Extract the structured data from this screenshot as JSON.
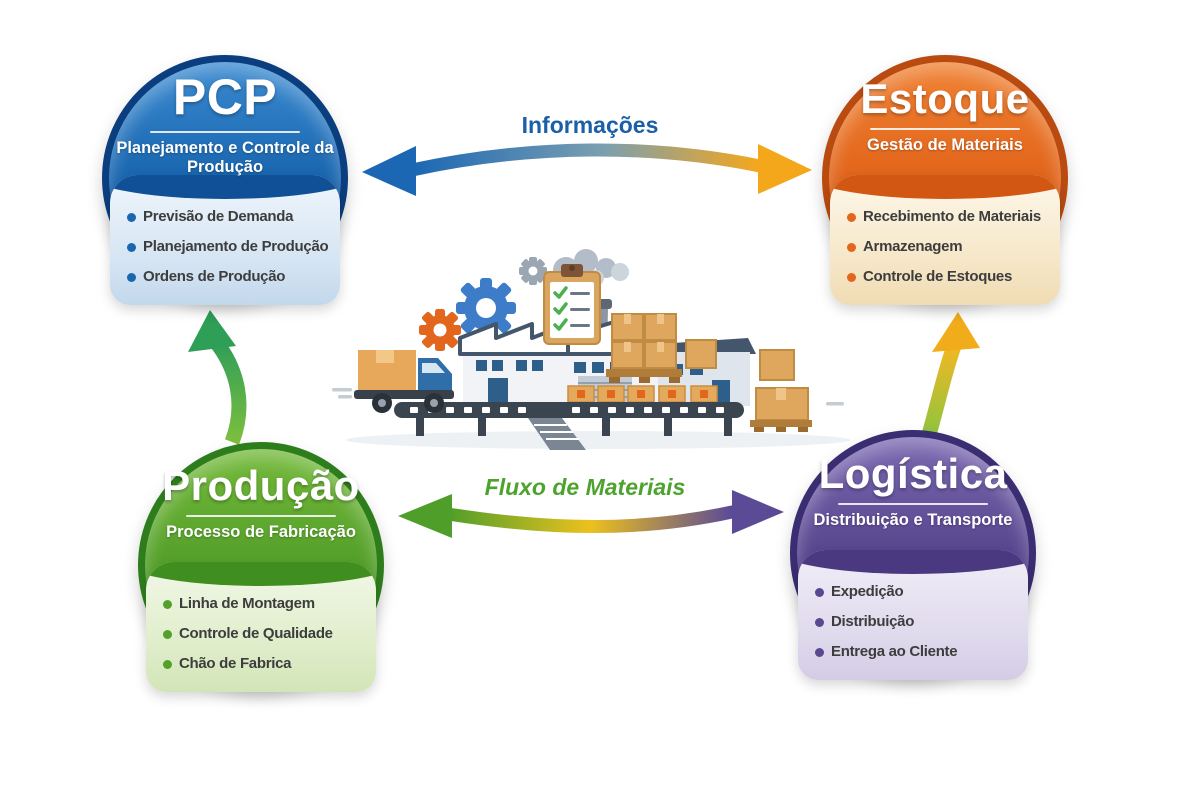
{
  "nodes": [
    {
      "id": "pcp",
      "title": "PCP",
      "subtitle": "Planejamento e Controle da Produção",
      "items": [
        "Previsão de Demanda",
        "Planejamento de Produção",
        "Ordens de Produção"
      ],
      "accent_color": "#1a67b0"
    },
    {
      "id": "estoque",
      "title": "Estoque",
      "subtitle": "Gestão de Materiais",
      "items": [
        "Recebimento de Materiais",
        "Armazenagem",
        "Controle de Estoques"
      ],
      "accent_color": "#e2661c"
    },
    {
      "id": "producao",
      "title": "Produção",
      "subtitle": "Processo de Fabricação",
      "items": [
        "Linha de Montagem",
        "Controle de Qualidade",
        "Chão de Fabrica"
      ],
      "accent_color": "#55a02a"
    },
    {
      "id": "logistica",
      "title": "Logística",
      "subtitle": "Distribuição e Transporte",
      "items": [
        "Expedição",
        "Distribuição",
        "Entrega ao Cliente"
      ],
      "accent_color": "#594790"
    }
  ],
  "arrows": {
    "informacoes": {
      "label": "Informações",
      "label_color": "#1a5fa8",
      "between": [
        "PCP",
        "Estoque"
      ],
      "bidirectional": true,
      "gradient": [
        "#1b67b4",
        "#f5a71b"
      ]
    },
    "fluxo_materiais": {
      "label": "Fluxo de Materiais",
      "label_color": "#4ca32d",
      "between": [
        "Produção",
        "Logística"
      ],
      "bidirectional": true,
      "gradient": [
        "#4f9e2a",
        "#ecc11d",
        "#5b4a96"
      ]
    },
    "producao_para_pcp": {
      "direction": "up",
      "gradient": [
        "#7dbf3e",
        "#2f9e57"
      ]
    },
    "logistica_para_estoque": {
      "direction": "up",
      "gradient": [
        "#8bc53f",
        "#f2b723"
      ]
    }
  },
  "center_illustration": {
    "name": "factory-logistics-illustration",
    "elements": [
      "gears",
      "smoke",
      "factory-building",
      "chimneys",
      "delivery-truck",
      "conveyor-belt",
      "boxes",
      "checklist-clipboard",
      "pallet-with-boxes"
    ]
  }
}
